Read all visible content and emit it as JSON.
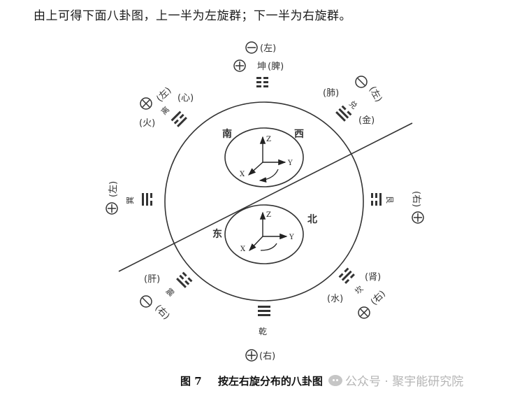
{
  "intro_text": "由上可得下面八卦图，上一半为左旋群；下一半为右旋群。",
  "caption": {
    "figure_number": "图 7",
    "title": "按左右旋分布的八卦图"
  },
  "watermark": {
    "text": "公众号 · 聚宇能研究院"
  },
  "directions": {
    "south": "南",
    "west": "西",
    "east": "东",
    "north": "北"
  },
  "axes": {
    "x": "X",
    "y": "Y",
    "z": "Z"
  },
  "trigrams": {
    "kun": {
      "name": "坤",
      "organ": "(脾)",
      "rotation": "(左)",
      "symbols": [
        "minus",
        "plus"
      ]
    },
    "li": {
      "name": "离",
      "organ": "(心)",
      "element": "(火)",
      "rotation": "(左)",
      "symbol": "times"
    },
    "dui": {
      "name": "兑",
      "organ": "(肺)",
      "element": "(金)",
      "rotation": "(左)",
      "symbol": "minus"
    },
    "xun": {
      "name": "巽",
      "rotation": "(左)",
      "symbol": "plus"
    },
    "gen": {
      "name": "艮",
      "rotation": "(右)",
      "symbol": "plus"
    },
    "zhen": {
      "name": "震",
      "organ": "(肝)",
      "rotation": "(右)",
      "symbol": "minus"
    },
    "kan": {
      "name": "坎",
      "organ": "(肾)",
      "element": "(水)",
      "rotation": "(右)",
      "symbol": "times"
    },
    "qian": {
      "name": "乾",
      "rotation": "(右)",
      "symbol": "plus"
    }
  }
}
